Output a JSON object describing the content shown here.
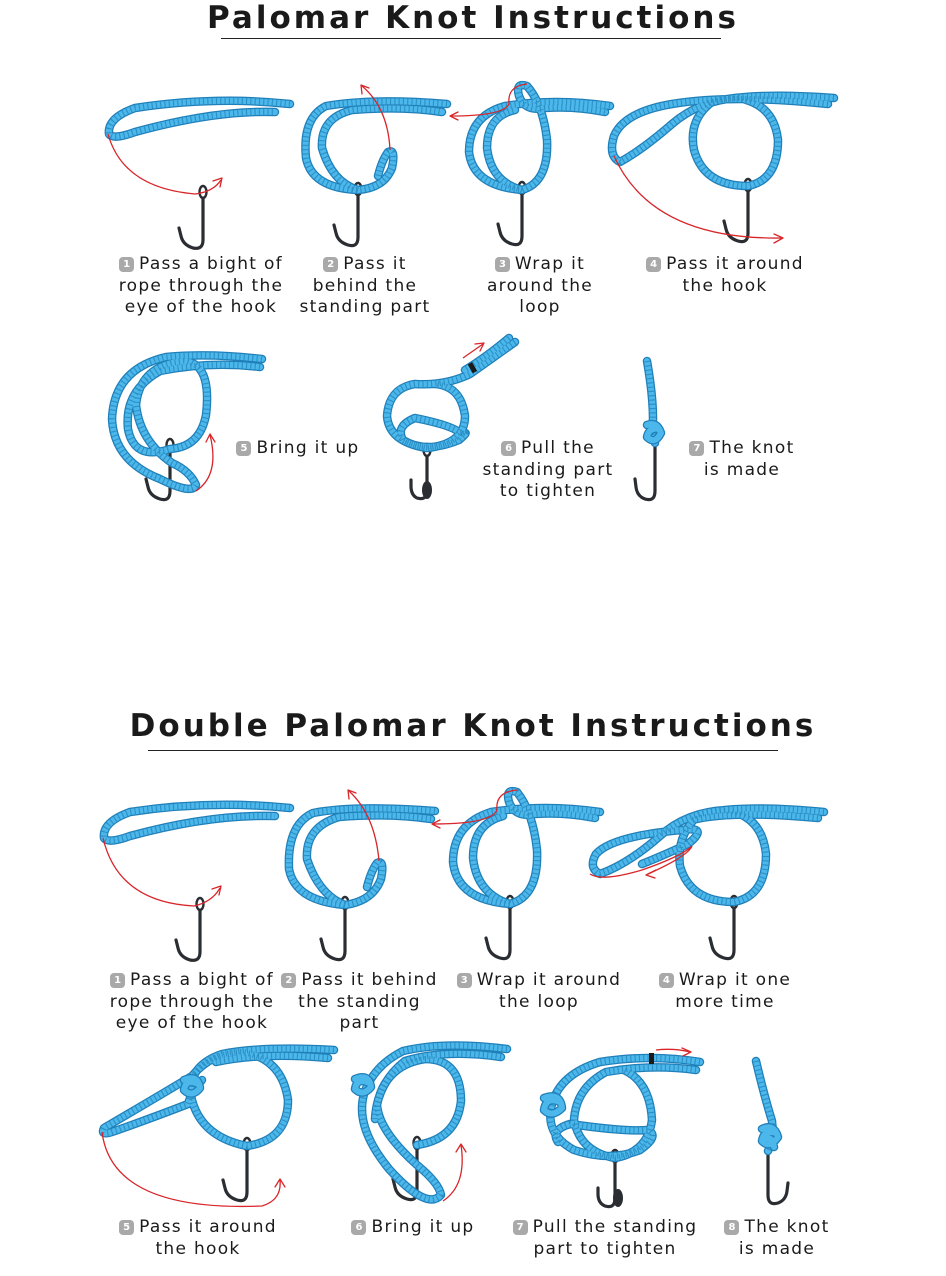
{
  "section1": {
    "title": "Palomar Knot Instructions",
    "steps": [
      {
        "num": "1",
        "lines": [
          "Pass a bight of",
          "rope through the",
          "eye of the hook"
        ]
      },
      {
        "num": "2",
        "lines": [
          "Pass it",
          "behind the",
          "standing part"
        ]
      },
      {
        "num": "3",
        "lines": [
          "Wrap it",
          "around the",
          "loop"
        ]
      },
      {
        "num": "4",
        "lines": [
          "Pass it around",
          "the hook"
        ]
      },
      {
        "num": "5",
        "lines": [
          "Bring it up"
        ]
      },
      {
        "num": "6",
        "lines": [
          "Pull the",
          "standing part",
          "to tighten"
        ]
      },
      {
        "num": "7",
        "lines": [
          "The knot",
          "is made"
        ]
      }
    ]
  },
  "section2": {
    "title": "Double Palomar Knot Instructions",
    "steps": [
      {
        "num": "1",
        "lines": [
          "Pass a bight of",
          "rope through the",
          "eye of the hook"
        ]
      },
      {
        "num": "2",
        "lines": [
          "Pass it behind",
          "the standing",
          "part"
        ]
      },
      {
        "num": "3",
        "lines": [
          "Wrap it around",
          "the loop"
        ]
      },
      {
        "num": "4",
        "lines": [
          "Wrap it one",
          "more time"
        ]
      },
      {
        "num": "5",
        "lines": [
          "Pass it around",
          "the hook"
        ]
      },
      {
        "num": "6",
        "lines": [
          "Bring it up"
        ]
      },
      {
        "num": "7",
        "lines": [
          "Pull the standing",
          "part to tighten"
        ]
      },
      {
        "num": "8",
        "lines": [
          "The knot",
          "is made"
        ]
      }
    ]
  },
  "colors": {
    "rope": "#4cb7ea",
    "rope_edge": "#1f7fb9",
    "hook": "#2a2d31",
    "arrow": "#d8262a",
    "badge": "#a9a9a9"
  }
}
